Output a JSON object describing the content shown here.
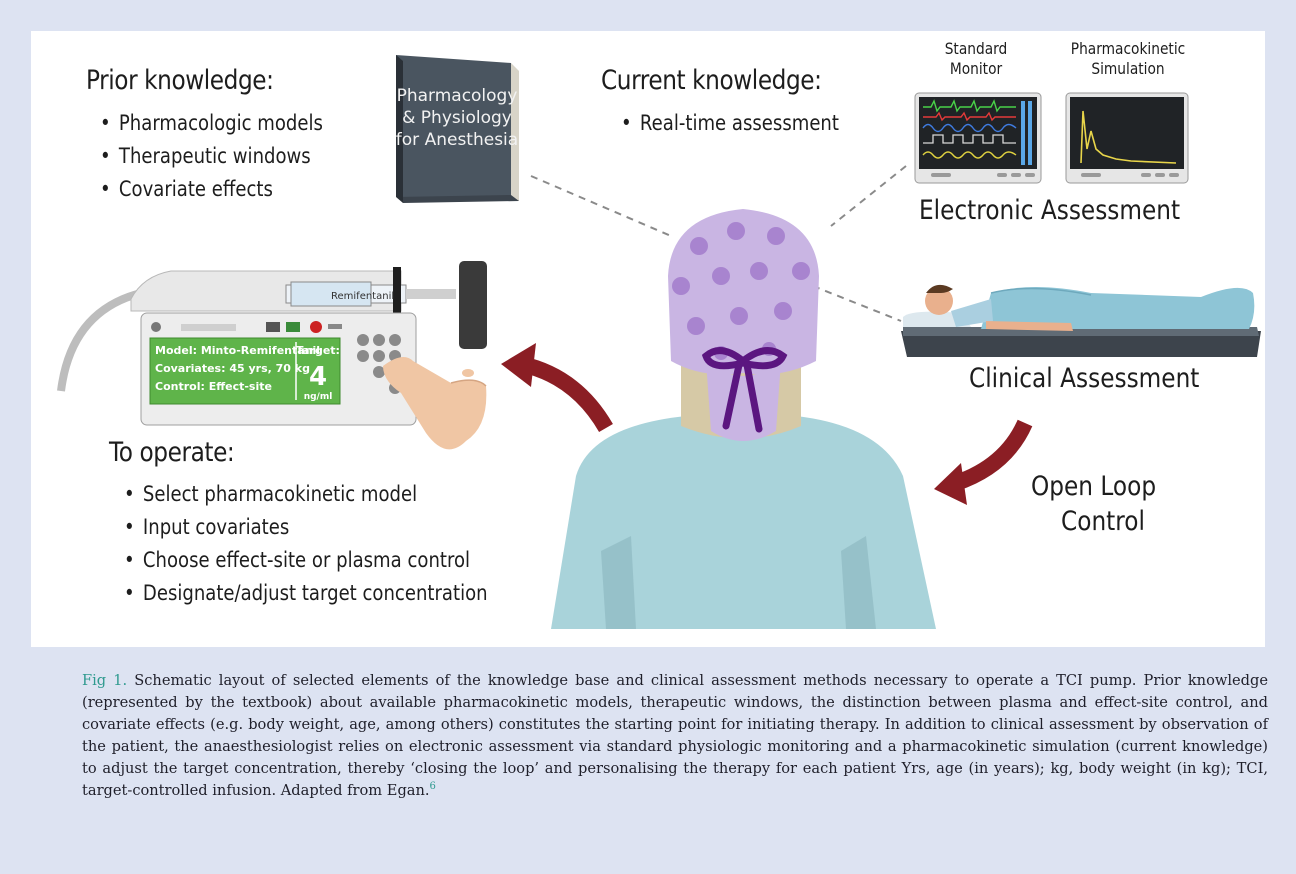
{
  "prior": {
    "heading": "Prior knowledge:",
    "bullets": [
      "Pharmacologic models",
      "Therapeutic windows",
      "Covariate effects"
    ]
  },
  "book": {
    "title_lines": [
      "Pharmacology",
      "& Physiology",
      "for Anesthesia"
    ]
  },
  "current": {
    "heading": "Current knowledge:",
    "bullets": [
      "Real-time assessment"
    ]
  },
  "monitors": {
    "standard_title_lines": [
      "Standard",
      "Monitor"
    ],
    "pk_title_lines": [
      "Pharmacokinetic",
      "Simulation"
    ],
    "section_label": "Electronic Assessment"
  },
  "pump": {
    "syringe_label": "Remifentanil",
    "screen_lines": [
      "Model: Minto-Remifentanil",
      "Covariates: 45 yrs, 70 kg",
      "Control: Effect-site"
    ],
    "target_label": "Target:",
    "target_value": "4",
    "target_unit": "ng/ml"
  },
  "clinical": {
    "label": "Clinical Assessment"
  },
  "open_loop": {
    "lines": [
      "Open Loop",
      "Control"
    ]
  },
  "operate": {
    "heading": "To operate:",
    "bullets": [
      "Select pharmacokinetic model",
      "Input covariates",
      "Choose effect-site or plasma control",
      "Designate/adjust target concentration"
    ]
  },
  "caption": {
    "fig_label": "Fig 1.",
    "text": "Schematic layout of selected elements of the knowledge base and clinical assessment methods necessary to operate a TCI pump. Prior knowledge (represented by the textbook) about available pharmacokinetic models, therapeutic windows, the distinction between plasma and effect-site control, and covariate effects (e.g. body weight, age, among others) constitutes the starting point for initiating therapy. In addition to clinical assessment by observation of the patient, the anaesthesiologist relies on electronic assessment via standard physiologic monitoring and a pharmacokinetic simulation (current knowledge) to adjust the target concentration, thereby ‘closing the loop’ and personalising the therapy for each patient Yrs, age (in years); kg, body weight (in kg); TCI, target-controlled infusion. Adapted from Egan.",
    "ref": "6"
  },
  "colors": {
    "arrow": "#8b1e24",
    "pump_screen": "#5fb44a",
    "cap": "#c9b5e3",
    "cap_flower": "#a884cf",
    "tie": "#5b1680",
    "gown": "#a9d3da",
    "book": "#4a5560",
    "sheet": "#8ec5d6"
  }
}
